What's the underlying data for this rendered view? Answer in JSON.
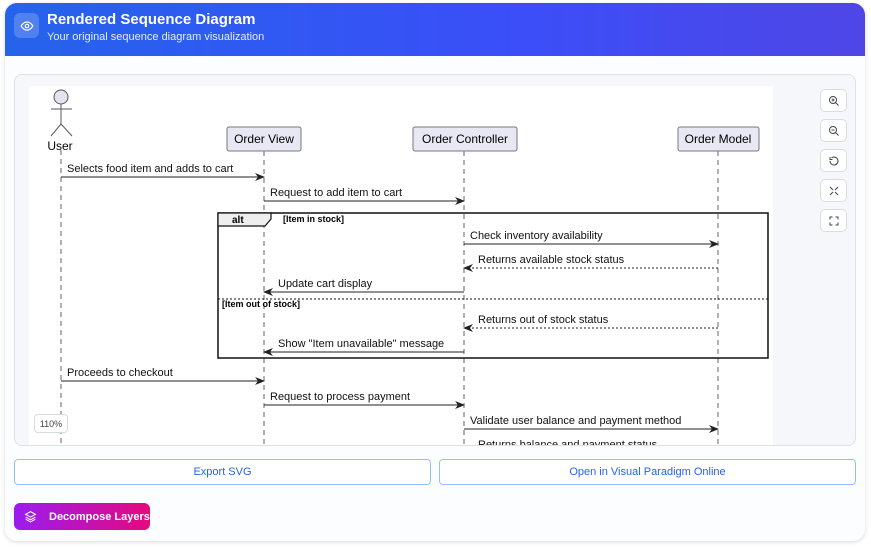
{
  "header": {
    "title": "Rendered Sequence Diagram",
    "subtitle": "Your original sequence diagram visualization",
    "icon": "eye-icon"
  },
  "diagram": {
    "participants": [
      "User",
      "Order View",
      "Order Controller",
      "Order Model"
    ],
    "alt": {
      "label": "alt",
      "guard1": "[Item in stock]",
      "guard2": "[Item out of stock]"
    },
    "messages": [
      "Selects food item and adds to cart",
      "Request to add item to cart",
      "Check inventory availability",
      "Returns available stock status",
      "Update cart display",
      "Returns out of stock status",
      "Show \"Item unavailable\" message",
      "Proceeds to checkout",
      "Request to process payment",
      "Validate user balance and payment method",
      "Returns balance and payment status"
    ]
  },
  "controls": [
    "zoom-in-icon",
    "zoom-out-icon",
    "reset-icon",
    "fit-icon",
    "fullscreen-icon"
  ],
  "zoom_level": "110%",
  "buttons": {
    "export": "Export SVG",
    "open": "Open in Visual Paradigm Online",
    "decompose": "Decompose Layers"
  },
  "colors": {
    "header": "#2563eb",
    "accent": "#2563eb",
    "decompose_start": "#9b1cf0",
    "decompose_end": "#e5097f"
  }
}
